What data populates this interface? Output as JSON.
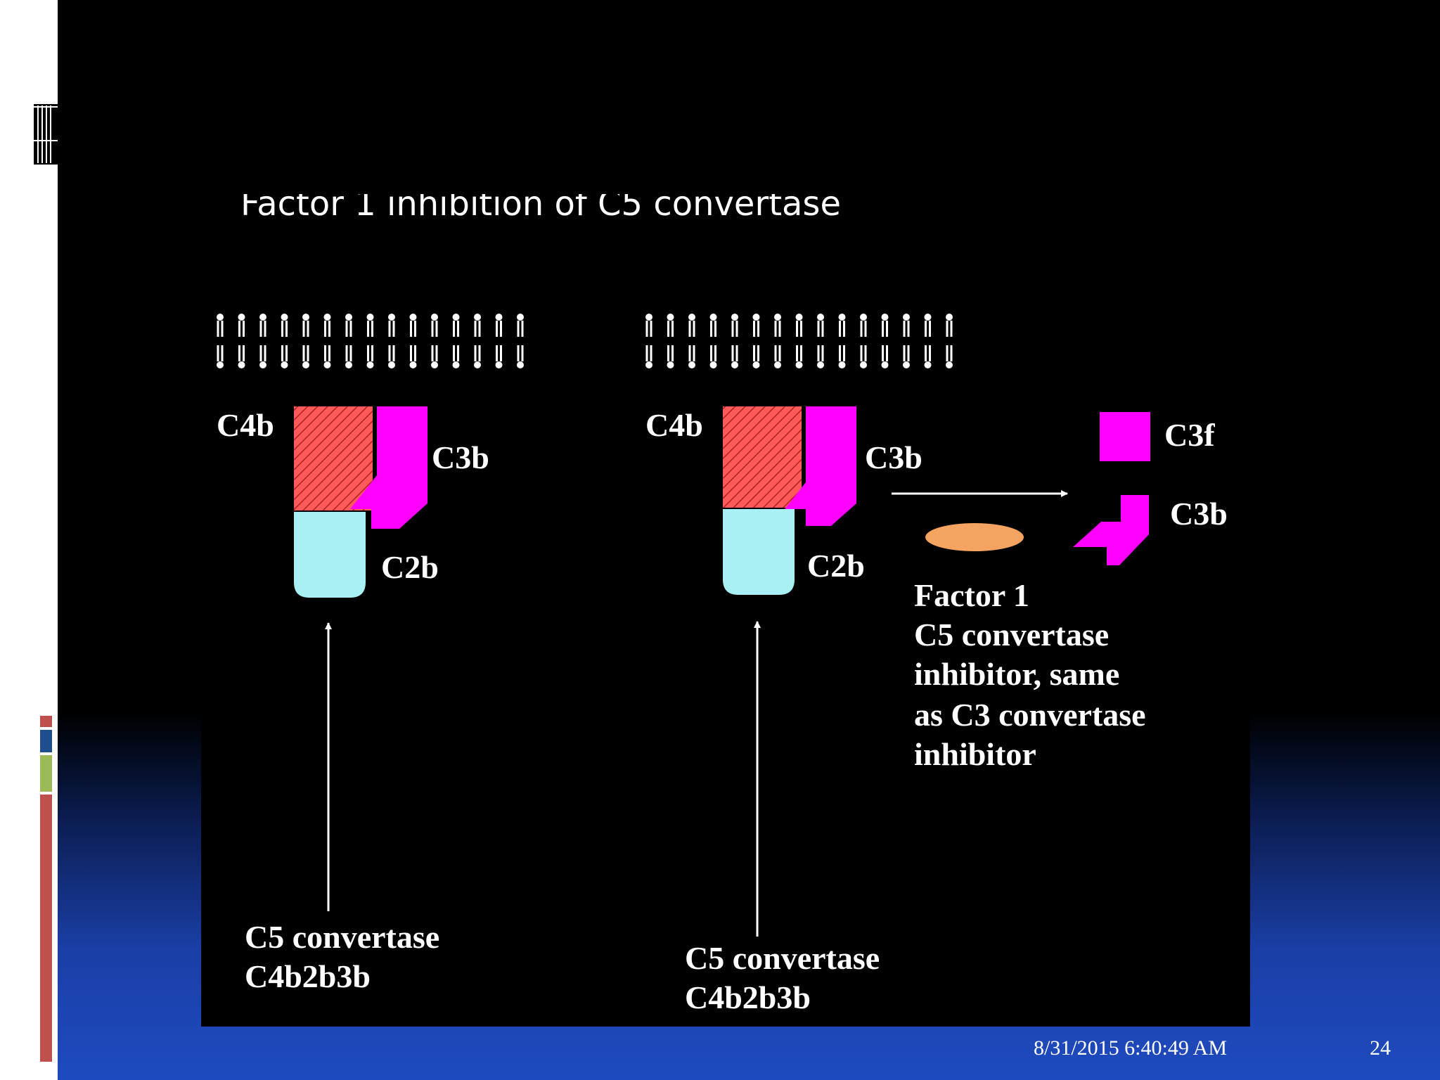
{
  "slide": {
    "date": "8/31/2015 6:40:49 AM",
    "page_number": "24",
    "accent_colors": [
      "#c0504d",
      "#1f4e8c",
      "#9bbb59"
    ]
  },
  "diagram": {
    "title": "Factor 1 inhibition of C5 convertase",
    "left": {
      "c4b": "C4b",
      "c3b": "C3b",
      "c2b": "C2b",
      "caption_line1": "C5 convertase",
      "caption_line2": "C4b2b3b"
    },
    "right": {
      "c4b": "C4b",
      "c3b": "C3b",
      "c2b": "C2b",
      "caption_line1": "C5 convertase",
      "caption_line2": "C4b2b3b",
      "c3f": "C3f",
      "c3b_cleaved": "C3b",
      "factor_lines": [
        "Factor 1",
        "C5 convertase",
        "inhibitor, same",
        "as C3 convertase",
        "inhibitor"
      ]
    },
    "colors": {
      "c4b": "#ff5a5a",
      "c3b": "#ff00ff",
      "c2b": "#a8f0f4",
      "factor": "#f4a460",
      "membrane": "#ffffff"
    }
  }
}
